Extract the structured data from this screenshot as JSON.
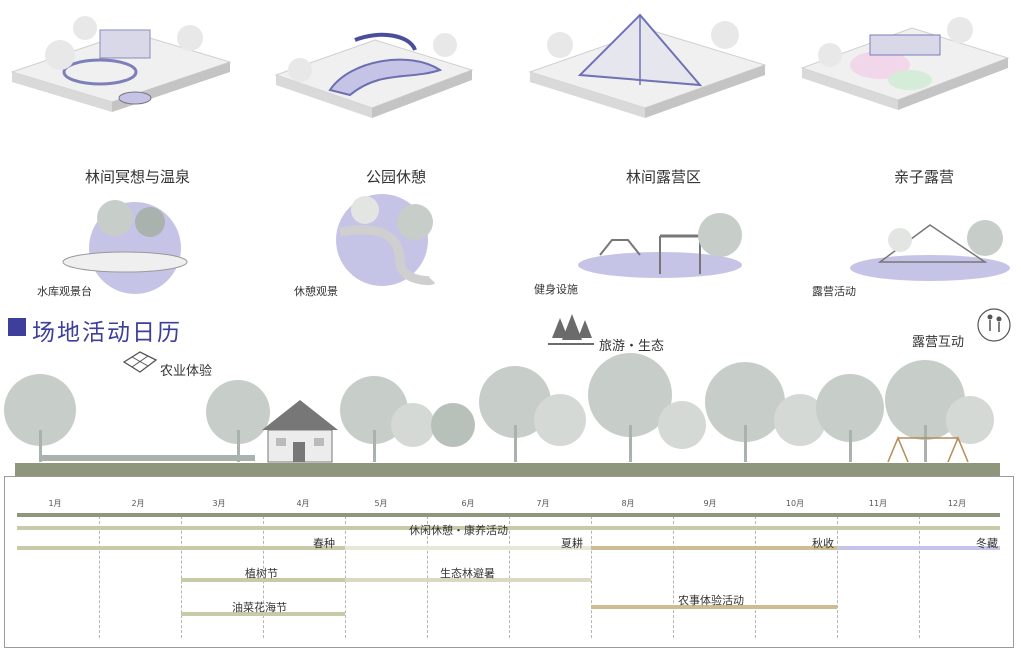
{
  "top_row": {
    "labels": [
      "林间冥想与温泉",
      "公园休憩",
      "林间露营区",
      "亲子露营"
    ]
  },
  "mid_row": {
    "labels": [
      "水库观景台",
      "休憩观景",
      "健身设施",
      "露营活动"
    ]
  },
  "calendar": {
    "title": "场地活动日历",
    "themes": [
      "农业体验",
      "旅游・生态",
      "露营互动"
    ],
    "months": [
      "1月",
      "2月",
      "3月",
      "4月",
      "5月",
      "6月",
      "7月",
      "8月",
      "9月",
      "10月",
      "11月",
      "12月"
    ],
    "events": {
      "leisure": "休闲休憩・康养活动",
      "spring": "春种",
      "summer": "夏耕",
      "autumn": "秋收",
      "winter": "冬藏",
      "tree": "植树节",
      "forest": "生态林避暑",
      "rapeseed": "油菜花海节",
      "farming": "农事体验活动"
    }
  },
  "colors": {
    "accent": "#3d3f9a",
    "lavender": "#c6c4e6",
    "sage": "#8e967b",
    "olive_light": "#c9caa8",
    "tan": "#cfbd92",
    "pale": "#d9d9c4",
    "tree": "#c7cdc8",
    "tree_dark": "#a9b2ac"
  }
}
